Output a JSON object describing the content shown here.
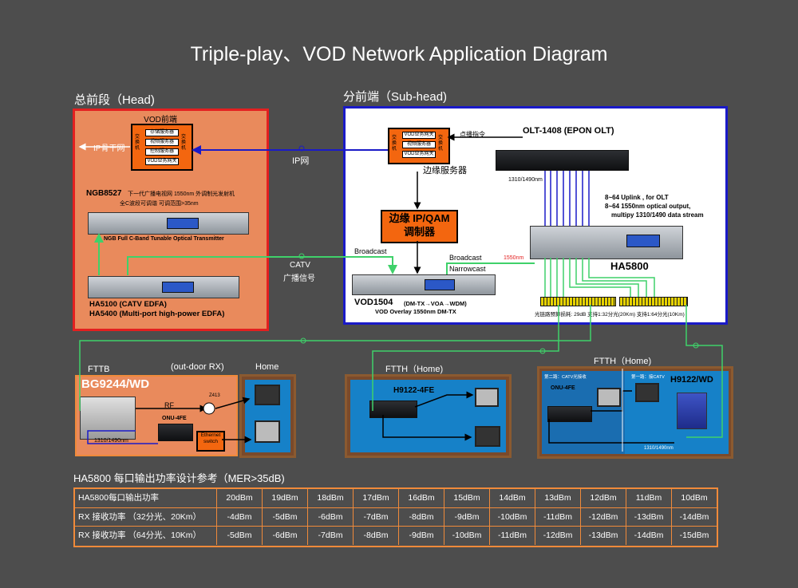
{
  "title": "Triple-play、VOD Network Application Diagram",
  "head": {
    "section_label": "总前段（Head)",
    "vod_frontend_title": "VOD前端",
    "vod_rows": [
      "存储服务器",
      "视频服务器",
      "控制服务器",
      "VOD业务网关"
    ],
    "switch_left": "交换机",
    "switch_right": "交换机",
    "ip_backbone": "IP骨干网",
    "ngb_label": "NGB8527",
    "ngb_desc": "下一代广播电视网 1550nm 外调制光发射机",
    "ngb_desc2": "全C波段可调谐    可调范围>35nm",
    "ngb_device_caption": "NGB Full C-Band Tunable Optical Transmitter",
    "edfa1": "HA5100 (CATV EDFA)",
    "edfa2": "HA5400 (Multi-port high-power EDFA)"
  },
  "subhead": {
    "section_label": "分前端（Sub-head)",
    "edge_rows": [
      "VOD业务网关",
      "视频服务器",
      "VOD业务网关"
    ],
    "edge_switch_left": "交换机",
    "edge_switch_right": "交换机",
    "vod_command": "点播指令",
    "edge_server": "边缘服务器",
    "ip_net": "IP网",
    "qam_line1": "边缘 IP/QAM",
    "qam_line2": "调制器",
    "broadcast": "Broadcast",
    "broadcast2": "Broadcast",
    "narrowcast": "Narrowcast",
    "wavelength_1550": "1550nm",
    "catv": "CATV",
    "catv_cn": "广播信号",
    "olt": "OLT-1408 (EPON OLT)",
    "wavelength_1310": "1310/1490nm",
    "uplink": "8~64 Uplink , for OLT",
    "output1": "8~64 1550nm optical output,",
    "output2": "multipy 1310/1490 data stream",
    "ha5800": "HA5800",
    "vod1504": "VOD1504",
    "vod1504_sub": "(DM-TX→VOA→WDM)",
    "vod_overlay": "VOD Overlay 1550nm DM-TX",
    "loss_note": "光链路预算损耗: 29dB   支持1:32分光(20Km)   支持1:64分光(10Km)"
  },
  "fttb": {
    "section_label": "FTTB",
    "outdoor": "(out-door RX)",
    "model": "BG9244/WD",
    "rf": "RF",
    "z413": "Z413",
    "onu": "ONU-4FE",
    "ethernet": "Ethernet switch",
    "wavelength": "1310/1490nm",
    "home": "Home"
  },
  "ftth1": {
    "section_label": "FTTH（Home)",
    "model": "H9122-4FE"
  },
  "ftth2": {
    "section_label": "FTTH（Home)",
    "note1": "第二路：CATV光接收",
    "note2": "第一路：接CATV",
    "onu": "ONU-4FE",
    "model": "H9122/WD",
    "wavelength": "1310/1490nm"
  },
  "table": {
    "caption": "HA5800 每口输出功率设计参考（MER>35dB)",
    "rows": [
      {
        "label": "HA5800每口输出功率",
        "values": [
          "20dBm",
          "19dBm",
          "18dBm",
          "17dBm",
          "16dBm",
          "15dBm",
          "14dBm",
          "13dBm",
          "12dBm",
          "11dBm",
          "10dBm"
        ]
      },
      {
        "label": "RX 接收功率 （32分光、20Km）",
        "values": [
          "-4dBm",
          "-5dBm",
          "-6dBm",
          "-7dBm",
          "-8dBm",
          "-9dBm",
          "-10dBm",
          "-11dBm",
          "-12dBm",
          "-13dBm",
          "-14dBm"
        ]
      },
      {
        "label": "RX 接收功率 （64分光、10Km）",
        "values": [
          "-5dBm",
          "-6dBm",
          "-7dBm",
          "-8dBm",
          "-9dBm",
          "-10dBm",
          "-11dBm",
          "-12dBm",
          "-13dBm",
          "-14dBm",
          "-15dBm"
        ]
      }
    ]
  },
  "colors": {
    "green": "#3fd16a",
    "blue": "#1a1ac8",
    "orange": "#f3660f",
    "red_border": "#e32020"
  }
}
